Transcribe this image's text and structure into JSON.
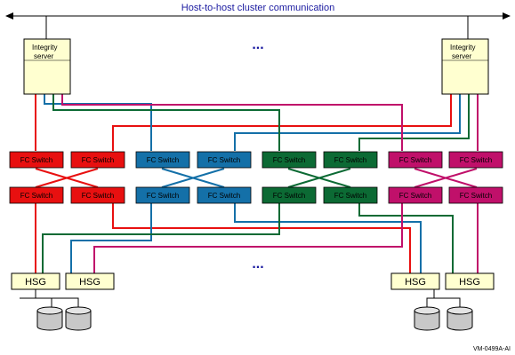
{
  "title": "Host-to-host cluster communication",
  "server_label": {
    "line1": "Integrity",
    "line2": "server"
  },
  "switch_label": "FC Switch",
  "hsg_label": "HSG",
  "ellipsis": "...",
  "figure_id": "VM-0499A-AI",
  "colors": {
    "fabric_1": "#e81010",
    "fabric_2": "#1470a8",
    "fabric_3": "#0c6a34",
    "fabric_4": "#c0106a",
    "server_fill": "#ffffd0",
    "hsg_fill": "#ffffd0",
    "title_arrow": "#000000",
    "dots": "#1a1aa0"
  }
}
